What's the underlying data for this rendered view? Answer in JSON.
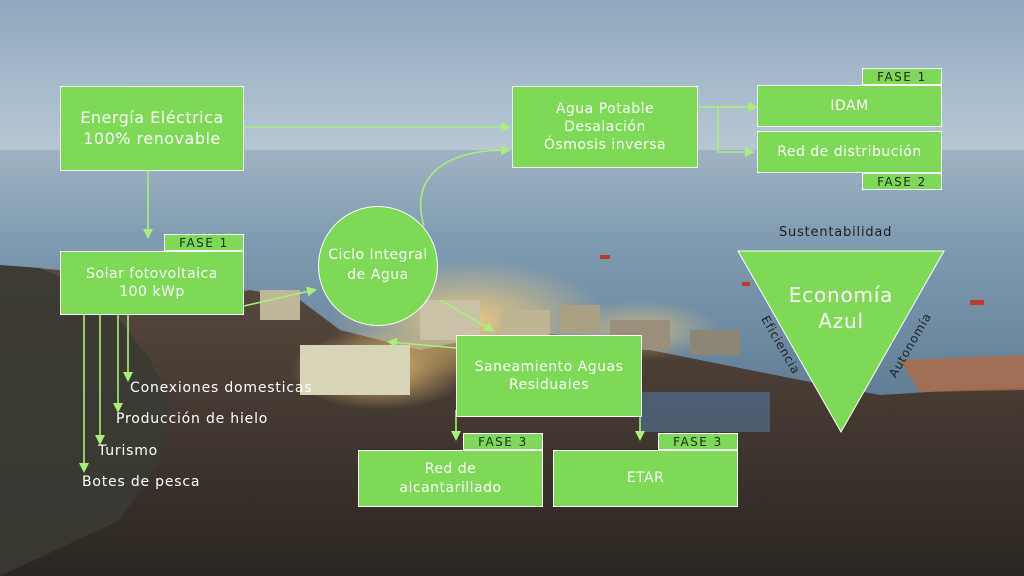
{
  "nodes": {
    "energia": {
      "line1": "Energía Eléctrica",
      "line2": "100% renovable"
    },
    "agua": {
      "line1": "Agua Potable",
      "line2": "Desalación",
      "line3": "Ósmosis inversa"
    },
    "idam": "IDAM",
    "red_distribucion": "Red de distribución",
    "solar": {
      "line1": "Solar fotovoltaica",
      "line2": "100 kWp"
    },
    "ciclo": {
      "line1": "Ciclo Integral",
      "line2": "de Agua"
    },
    "saneamiento": {
      "line1": "Saneamiento Aguas",
      "line2": "Residuales"
    },
    "red_alcantarillado": {
      "line1": "Red de",
      "line2": "alcantarillado"
    },
    "etar": "ETAR"
  },
  "phases": {
    "idam": "FASE 1",
    "red_distribucion": "FASE 2",
    "solar": "FASE 1",
    "red_alcantarillado": "FASE 3",
    "etar": "FASE 3"
  },
  "solar_uses": [
    "Conexiones domesticas",
    "Producción de hielo",
    "Turismo",
    "Botes de pesca"
  ],
  "triangle": {
    "title_line1": "Economía",
    "title_line2": "Azul",
    "top_label": "Sustentabilidad",
    "left_label": "Eficiencia",
    "right_label": "Autonomía"
  },
  "colors": {
    "box_green": "#7ed957",
    "arrow_green": "#a8f07a",
    "border": "#ffffff"
  }
}
